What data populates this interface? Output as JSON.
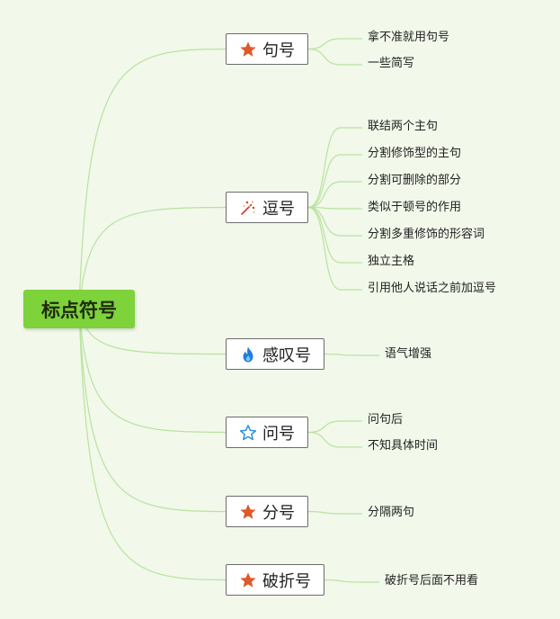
{
  "root": {
    "label": "标点符号"
  },
  "branches": [
    {
      "label": "句号",
      "icon": "star-filled-icon",
      "icon_color": "#e0592a",
      "children": [
        "拿不准就用句号",
        "一些简写"
      ]
    },
    {
      "label": "逗号",
      "icon": "sparkle-icon",
      "icon_color": "#d9362b",
      "children": [
        "联结两个主句",
        "分割修饰型的主句",
        "分割可删除的部分",
        "类似于顿号的作用",
        "分割多重修饰的形容词",
        "独立主格",
        "引用他人说话之前加逗号"
      ]
    },
    {
      "label": "感叹号",
      "icon": "flame-icon",
      "icon_color": "#1f7fd8",
      "children": [
        "语气增强"
      ]
    },
    {
      "label": "问号",
      "icon": "star-outline-icon",
      "icon_color": "#2f8fd8",
      "children": [
        "问句后",
        "不知具体时间"
      ]
    },
    {
      "label": "分号",
      "icon": "star-filled-icon",
      "icon_color": "#e0592a",
      "children": [
        "分隔两句"
      ]
    },
    {
      "label": "破折号",
      "icon": "star-filled-icon",
      "icon_color": "#e0592a",
      "children": [
        "破折号后面不用看"
      ]
    }
  ],
  "colors": {
    "line": "#b8e3a0",
    "background": "#f2f8ea",
    "root_fill": "#7ed23a"
  }
}
